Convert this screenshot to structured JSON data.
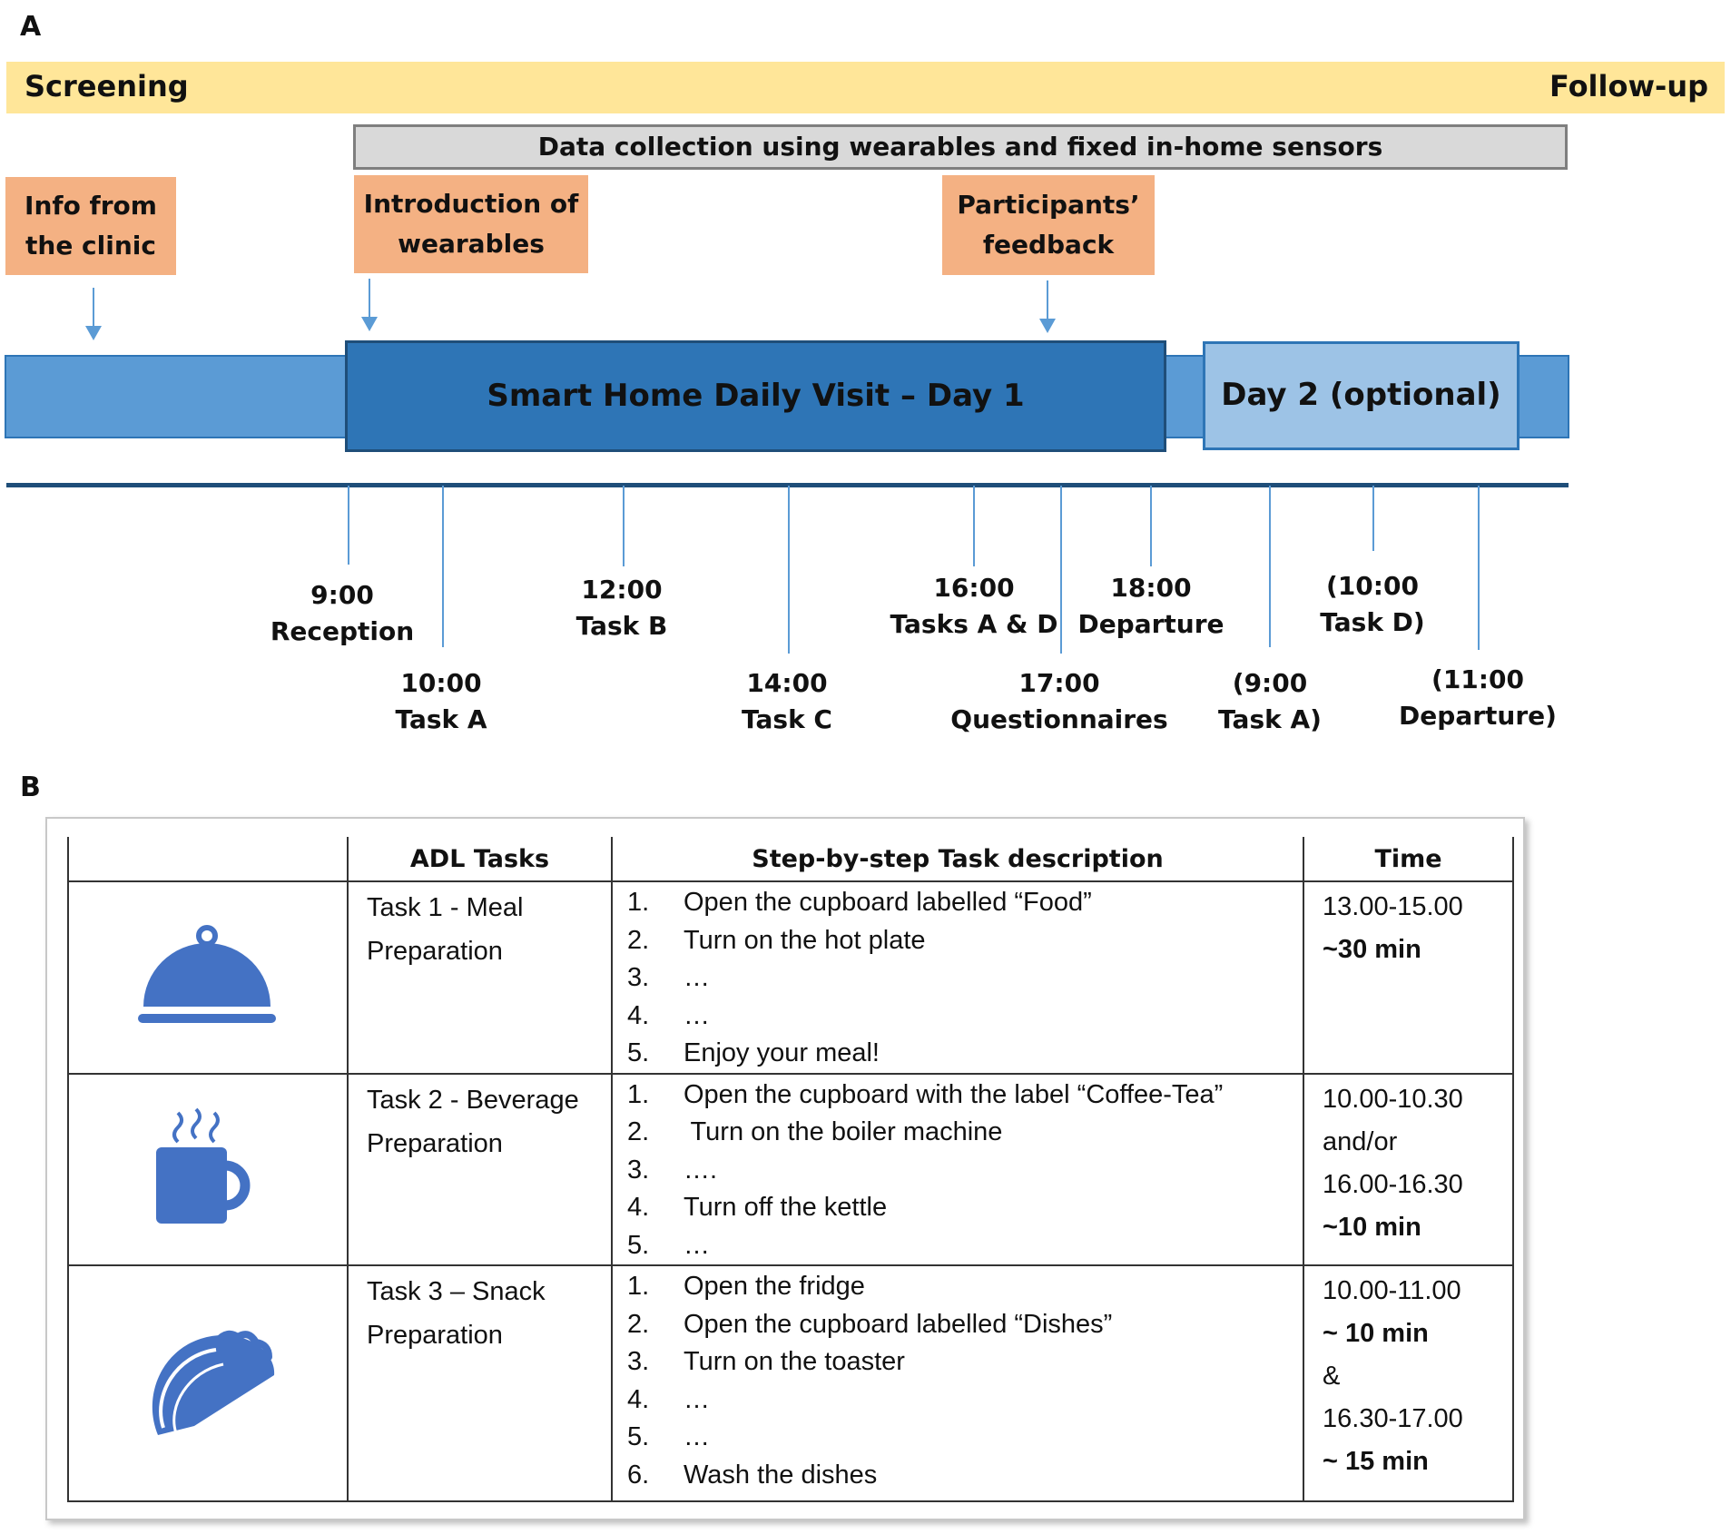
{
  "panels": {
    "a": "A",
    "b": "B"
  },
  "timeline": {
    "screening": "Screening",
    "followup": "Follow-up",
    "data_collection": "Data collection using wearables and fixed in-home sensors",
    "boxes": {
      "info": [
        "Info from",
        "the clinic"
      ],
      "intro": [
        "Introduction of",
        "wearables"
      ],
      "feedback": [
        "Participants’",
        "feedback"
      ]
    },
    "day1": "Smart Home Daily Visit – Day 1",
    "day2": "Day 2 (optional)",
    "events": [
      {
        "time": "9:00",
        "label": "Reception"
      },
      {
        "time": "10:00",
        "label": "Task A"
      },
      {
        "time": "12:00",
        "label": "Task B"
      },
      {
        "time": "14:00",
        "label": "Task C"
      },
      {
        "time": "16:00",
        "label": "Tasks A & D"
      },
      {
        "time": "17:00",
        "label": "Questionnaires"
      },
      {
        "time": "18:00",
        "label": "Departure"
      },
      {
        "time": "(9:00",
        "label": "Task A)"
      },
      {
        "time": "(10:00",
        "label": "Task D)"
      },
      {
        "time": "(11:00",
        "label": "Departure)"
      }
    ]
  },
  "table": {
    "headers": [
      "",
      "ADL Tasks",
      "Step-by-step Task description",
      "Time"
    ],
    "rows": [
      {
        "icon": "covered-dish-icon",
        "task": [
          "Task 1 - Meal",
          "Preparation"
        ],
        "steps": [
          {
            "n": "1.",
            "t": "Open the cupboard labelled “Food”"
          },
          {
            "n": "2.",
            "t": "Turn on the hot plate"
          },
          {
            "n": "3.",
            "t": "…"
          },
          {
            "n": "4.",
            "t": "…"
          },
          {
            "n": "5.",
            "t": "Enjoy your meal!"
          }
        ],
        "time": [
          {
            "t": "13.00-15.00",
            "bold": false
          },
          {
            "t": "~30 min",
            "bold": true
          }
        ]
      },
      {
        "icon": "hot-mug-icon",
        "task": [
          "Task 2 - Beverage",
          "Preparation"
        ],
        "steps": [
          {
            "n": "1.",
            "t": "Open the cupboard with the label “Coffee-Tea”"
          },
          {
            "n": "2.",
            "t": " Turn on the boiler machine"
          },
          {
            "n": "3.",
            "t": "…."
          },
          {
            "n": "4.",
            "t": "Turn off the kettle"
          },
          {
            "n": "5.",
            "t": "…"
          }
        ],
        "time": [
          {
            "t": "10.00-10.30",
            "bold": false
          },
          {
            "t": "and/or",
            "bold": false
          },
          {
            "t": "16.00-16.30",
            "bold": false
          },
          {
            "t": "~10 min",
            "bold": true
          }
        ]
      },
      {
        "icon": "taco-icon",
        "task": [
          "Task 3 – Snack",
          "Preparation"
        ],
        "steps": [
          {
            "n": "1.",
            "t": "Open the fridge"
          },
          {
            "n": "2.",
            "t": "Open the cupboard labelled “Dishes”"
          },
          {
            "n": "3.",
            "t": "Turn on the toaster"
          },
          {
            "n": "4.",
            "t": "…"
          },
          {
            "n": "5.",
            "t": "…"
          },
          {
            "n": "6.",
            "t": "Wash the dishes"
          }
        ],
        "time": [
          {
            "t": "10.00-11.00",
            "bold": false
          },
          {
            "t": "~ 10 min",
            "bold": true
          },
          {
            "t": "&",
            "bold": false
          },
          {
            "t": "16.30-17.00",
            "bold": false
          },
          {
            "t": "~ 15 min",
            "bold": true
          }
        ]
      }
    ]
  },
  "colors": {
    "phase": "#ffe699",
    "orange": "#f4b183",
    "day1": "#2e75b6",
    "day2": "#9dc3e6",
    "bar": "#5b9bd5",
    "icon": "#4472c4"
  }
}
